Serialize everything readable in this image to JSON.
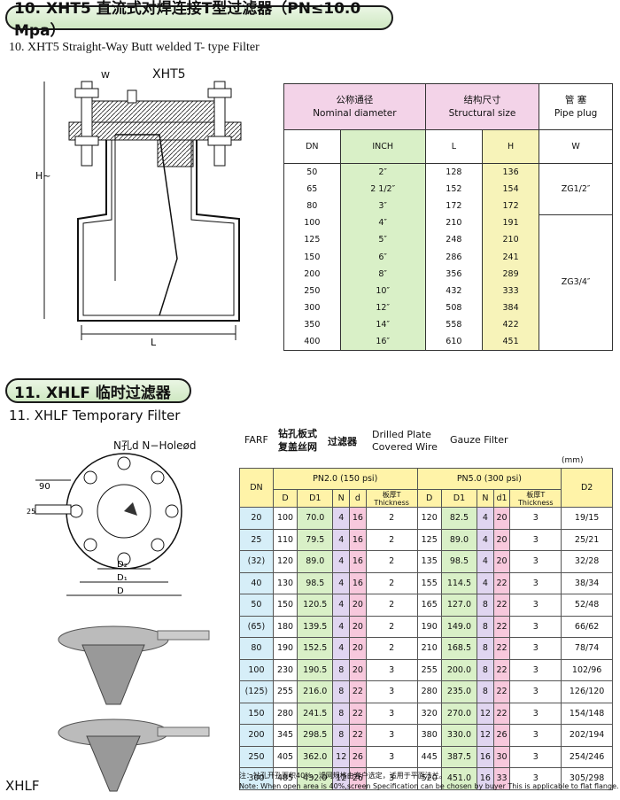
{
  "section1": {
    "banner": "10. XHT5 直流式对焊连接T型过滤器（PN≤10.0 Mpa）",
    "subtitle": "10. XHT5 Straight-Way Butt welded T- type Filter",
    "drawing_label": "XHT5",
    "dim_w": "W",
    "dim_h": "H~",
    "dim_l": "L",
    "table": {
      "h_nominal_cn": "公称通径",
      "h_nominal_en": "Nominal diameter",
      "h_struct_cn": "结构尺寸",
      "h_struct_en": "Structural size",
      "h_plug_cn": "管 塞",
      "h_plug_en": "Pipe plug",
      "col_dn": "DN",
      "col_inch": "INCH",
      "col_l": "L",
      "col_h": "H",
      "col_w": "W",
      "plug1": "ZG1/2″",
      "plug2": "ZG3/4″",
      "rows": [
        [
          "50",
          "2″",
          "128",
          "136"
        ],
        [
          "65",
          "2 1/2″",
          "152",
          "154"
        ],
        [
          "80",
          "3″",
          "172",
          "172"
        ],
        [
          "100",
          "4″",
          "210",
          "191"
        ],
        [
          "125",
          "5″",
          "248",
          "210"
        ],
        [
          "150",
          "6″",
          "286",
          "241"
        ],
        [
          "200",
          "8″",
          "356",
          "289"
        ],
        [
          "250",
          "10″",
          "432",
          "333"
        ],
        [
          "300",
          "12″",
          "508",
          "384"
        ],
        [
          "350",
          "14″",
          "558",
          "422"
        ],
        [
          "400",
          "16″",
          "610",
          "451"
        ]
      ]
    }
  },
  "section2": {
    "banner": "11. XHLF 临时过滤器",
    "subtitle": "11. XHLF Temporary Filter",
    "holes_label": "N孔d  N−Holeød",
    "dim_90": "90",
    "dim_25": "25",
    "dim_d2": "D₂",
    "dim_d1": "D₁",
    "dim_d": "D",
    "photo_label": "XHLF",
    "farf": "FARF",
    "type_cn1": "钻孔板式",
    "type_cn2": "复盖丝网",
    "type_cn3": "过滤器",
    "type_en1": "Drilled Plate",
    "type_en2": "Covered Wire",
    "type_en3": "Gauze Filter",
    "unit": "(mm)",
    "table": {
      "col_dn": "DN",
      "pn20": "PN2.0 (150 psi)",
      "pn50": "PN5.0 (300 psi)",
      "col_d2": "D2",
      "d": "D",
      "d1": "D1",
      "n": "N",
      "dd": "d",
      "thick_cn": "板厚T",
      "thick_en": "Thickness",
      "d1b": "d1",
      "rows": [
        [
          "20",
          "100",
          "70.0",
          "4",
          "16",
          "2",
          "120",
          "82.5",
          "4",
          "20",
          "3",
          "19/15"
        ],
        [
          "25",
          "110",
          "79.5",
          "4",
          "16",
          "2",
          "125",
          "89.0",
          "4",
          "20",
          "3",
          "25/21"
        ],
        [
          "(32)",
          "120",
          "89.0",
          "4",
          "16",
          "2",
          "135",
          "98.5",
          "4",
          "20",
          "3",
          "32/28"
        ],
        [
          "40",
          "130",
          "98.5",
          "4",
          "16",
          "2",
          "155",
          "114.5",
          "4",
          "22",
          "3",
          "38/34"
        ],
        [
          "50",
          "150",
          "120.5",
          "4",
          "20",
          "2",
          "165",
          "127.0",
          "8",
          "22",
          "3",
          "52/48"
        ],
        [
          "(65)",
          "180",
          "139.5",
          "4",
          "20",
          "2",
          "190",
          "149.0",
          "8",
          "22",
          "3",
          "66/62"
        ],
        [
          "80",
          "190",
          "152.5",
          "4",
          "20",
          "2",
          "210",
          "168.5",
          "8",
          "22",
          "3",
          "78/74"
        ],
        [
          "100",
          "230",
          "190.5",
          "8",
          "20",
          "3",
          "255",
          "200.0",
          "8",
          "22",
          "3",
          "102/96"
        ],
        [
          "(125)",
          "255",
          "216.0",
          "8",
          "22",
          "3",
          "280",
          "235.0",
          "8",
          "22",
          "3",
          "126/120"
        ],
        [
          "150",
          "280",
          "241.5",
          "8",
          "22",
          "3",
          "320",
          "270.0",
          "12",
          "22",
          "3",
          "154/148"
        ],
        [
          "200",
          "345",
          "298.5",
          "8",
          "22",
          "3",
          "380",
          "330.0",
          "12",
          "26",
          "3",
          "202/194"
        ],
        [
          "250",
          "405",
          "362.0",
          "12",
          "26",
          "3",
          "445",
          "387.5",
          "16",
          "30",
          "3",
          "254/246"
        ],
        [
          "300",
          "485",
          "432.0",
          "12",
          "26",
          "3",
          "520",
          "451.0",
          "16",
          "33",
          "3",
          "305/298"
        ]
      ]
    },
    "note_cn": "注：钻孔开孔面积40%，滤网规格由客户选定，适用于平面法兰。",
    "note_en": "Note: When open area is 40%,screen Specification can be chosen by buyer This is applicable to flat flange."
  }
}
